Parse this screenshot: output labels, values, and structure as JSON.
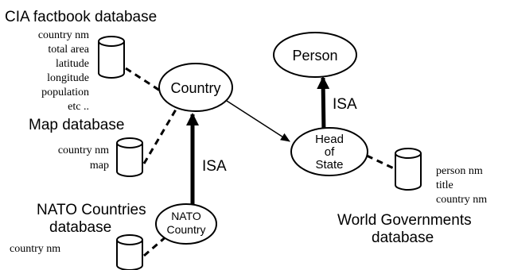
{
  "databases": {
    "cia": {
      "title": "CIA factbook  database",
      "fields": [
        "country nm",
        "total area",
        "latitude",
        "longitude",
        "population",
        "etc  .."
      ]
    },
    "map": {
      "title": "Map database",
      "fields": [
        "country nm",
        "map"
      ]
    },
    "nato": {
      "title_lines": [
        "NATO Countries",
        "database"
      ],
      "fields": [
        "country nm"
      ]
    },
    "world": {
      "title_lines": [
        "World Governments",
        "database"
      ],
      "fields": [
        "person nm",
        "title",
        "country nm"
      ]
    }
  },
  "entities": {
    "country": "Country",
    "person": "Person",
    "head_of_state": [
      "Head",
      "of",
      "State"
    ],
    "nato_country": [
      "NATO",
      "Country"
    ]
  },
  "relations": {
    "isa_nato": "ISA",
    "isa_person": "ISA"
  }
}
